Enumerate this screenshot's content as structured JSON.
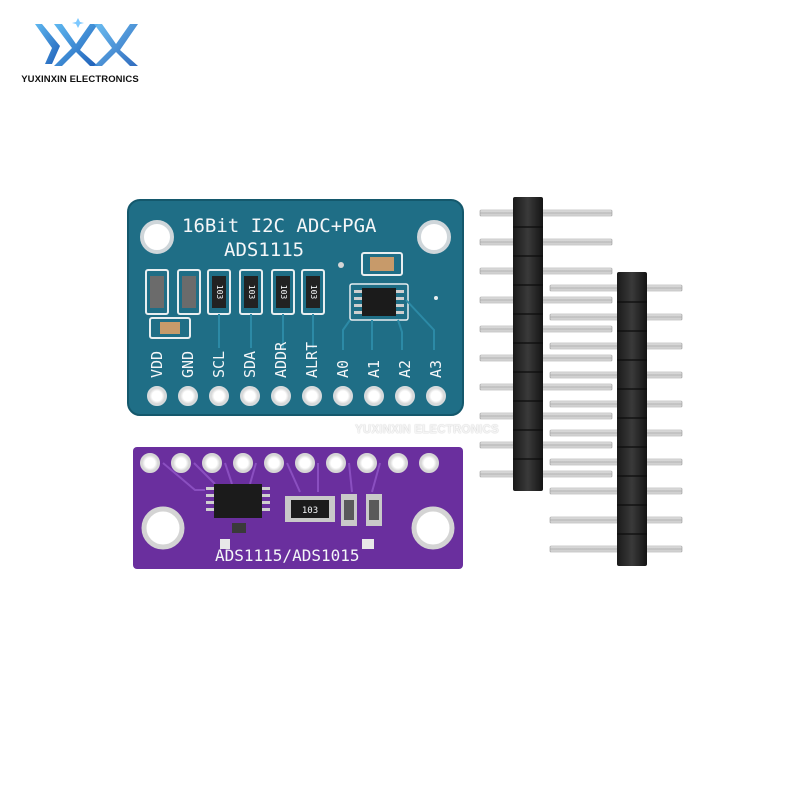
{
  "brand": {
    "name": "YUXINXIN ELECTRONICS",
    "logo_icon": "yxx-logo-icon",
    "accent": "#2f7fd0"
  },
  "watermark": "YUXINXIN ELECTRONICS",
  "blue_board": {
    "color": "#1f6e86",
    "title_line1": "16Bit I2C ADC+PGA",
    "title_line2": "ADS1115",
    "pins": [
      "VDD",
      "GND",
      "SCL",
      "SDA",
      "ADDR",
      "ALRT",
      "A0",
      "A1",
      "A2",
      "A3"
    ],
    "resistor_marks": [
      "103",
      "103",
      "103",
      "103"
    ]
  },
  "purple_board": {
    "color": "#6a2f9e",
    "label": "ADS1115/ADS1015",
    "resistor_mark": "103"
  },
  "headers": {
    "pin_count": 10,
    "count": 2
  }
}
